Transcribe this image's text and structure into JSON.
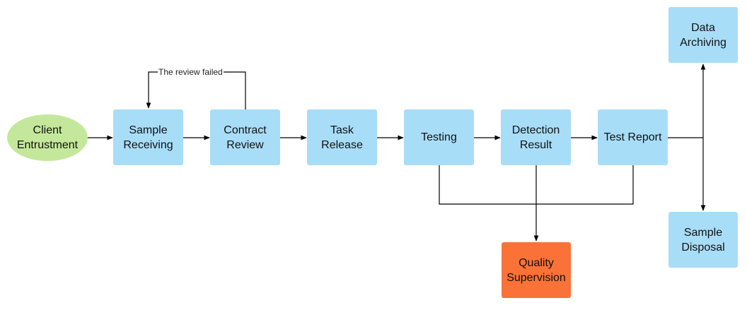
{
  "colors": {
    "process": "#a8ddf8",
    "start": "#c4e89b",
    "highlight": "#fa7237",
    "line": "#000000"
  },
  "nodes": {
    "client": "Client\nEntrustment",
    "receiving": "Sample\nReceiving",
    "contract": "Contract\nReview",
    "task": "Task\nRelease",
    "testing": "Testing",
    "detection": "Detection\nResult",
    "report": "Test Report",
    "archiving": "Data\nArchiving",
    "disposal": "Sample\nDisposal",
    "quality": "Quality\nSupervision"
  },
  "edges": {
    "review_failed": "The review failed"
  }
}
